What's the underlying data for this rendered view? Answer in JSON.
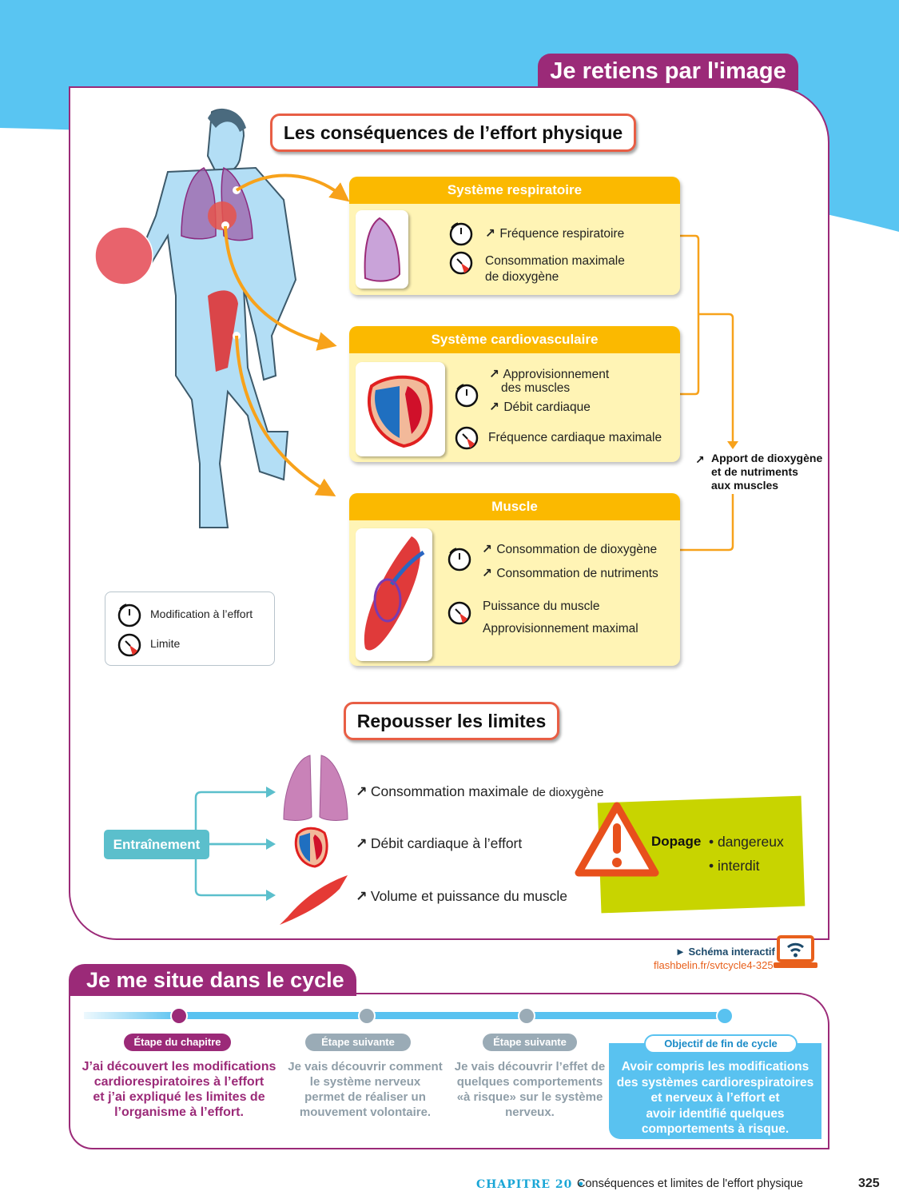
{
  "header": {
    "section_tab": "Je retiens par l'image"
  },
  "consequences": {
    "title": "Les conséquences de l’effort physique",
    "systems": [
      {
        "title": "Système respiratoire",
        "image": "lung-illustration",
        "modifications": [
          "Fréquence respiratoire"
        ],
        "limits": [
          "Consommation maximale",
          "de dioxygène"
        ]
      },
      {
        "title": "Système cardiovasculaire",
        "image": "heart-illustration",
        "modifications": [
          "Approvisionnement",
          "des muscles",
          "Débit cardiaque"
        ],
        "limits": [
          "Fréquence cardiaque maximale"
        ]
      },
      {
        "title": "Muscle",
        "image": "muscle-illustration",
        "modifications": [
          "Consommation de dioxygène",
          "Consommation de nutriments"
        ],
        "limits": [
          "Puissance du muscle",
          "Approvisionnement maximal"
        ]
      }
    ],
    "apport": [
      "Apport de dioxygène",
      "et de nutriments",
      "aux muscles"
    ],
    "legend": {
      "modification": "Modification à l’effort",
      "limit": "Limite"
    },
    "increase_symbol": "↗"
  },
  "limits_section": {
    "title": "Repousser les limites",
    "training_label": "Entraînement",
    "effects": [
      {
        "main": "Consommation maximale",
        "small": "de dioxygène"
      },
      {
        "main": "Débit cardiaque à l’effort",
        "small": ""
      },
      {
        "main": "Volume et puissance du muscle",
        "small": ""
      }
    ],
    "doping": {
      "label": "Dopage",
      "items": [
        "• dangereux",
        "• interdit"
      ]
    }
  },
  "interactive": {
    "label": "► Schéma interactif",
    "link": "flashbelin.fr/svtcycle4-325"
  },
  "cycle": {
    "title": "Je me situe dans le cycle",
    "steps": [
      {
        "pill": "Étape du chapitre",
        "text": [
          "J’ai découvert les modifications",
          "cardiorespiratoires à l’effort",
          "et j’ai expliqué les limites de",
          "l’organisme à l’effort."
        ],
        "color": "#9b2a78"
      },
      {
        "pill": "Étape suivante",
        "text": [
          "Je vais découvrir comment",
          "le système nerveux",
          "permet de réaliser un",
          "mouvement volontaire."
        ],
        "color": "#9aabb6"
      },
      {
        "pill": "Étape suivante",
        "text": [
          "Je vais découvrir l’effet de",
          "quelques comportements",
          "«à risque» sur le système",
          "nerveux."
        ],
        "color": "#9aabb6"
      }
    ],
    "objective": {
      "pill": "Objectif de fin de cycle",
      "text": [
        "Avoir compris les modifications",
        "des systèmes cardiorespiratoires",
        "et nerveux à l’effort et",
        "avoir identifié quelques",
        "comportements à risque."
      ]
    }
  },
  "footer": {
    "chapter": "CHAPITRE 20 •",
    "title": "Conséquences et limites de l'effort physique",
    "page": "325"
  },
  "colors": {
    "brand_purple": "#9b2a78",
    "sky_blue": "#59c2f0",
    "orange": "#f7a21b",
    "yellow_head": "#fbb900",
    "yellow_body": "#fff4b5",
    "teal": "#5bbfcc",
    "lime": "#c8d400",
    "warning_red": "#e8501c"
  }
}
